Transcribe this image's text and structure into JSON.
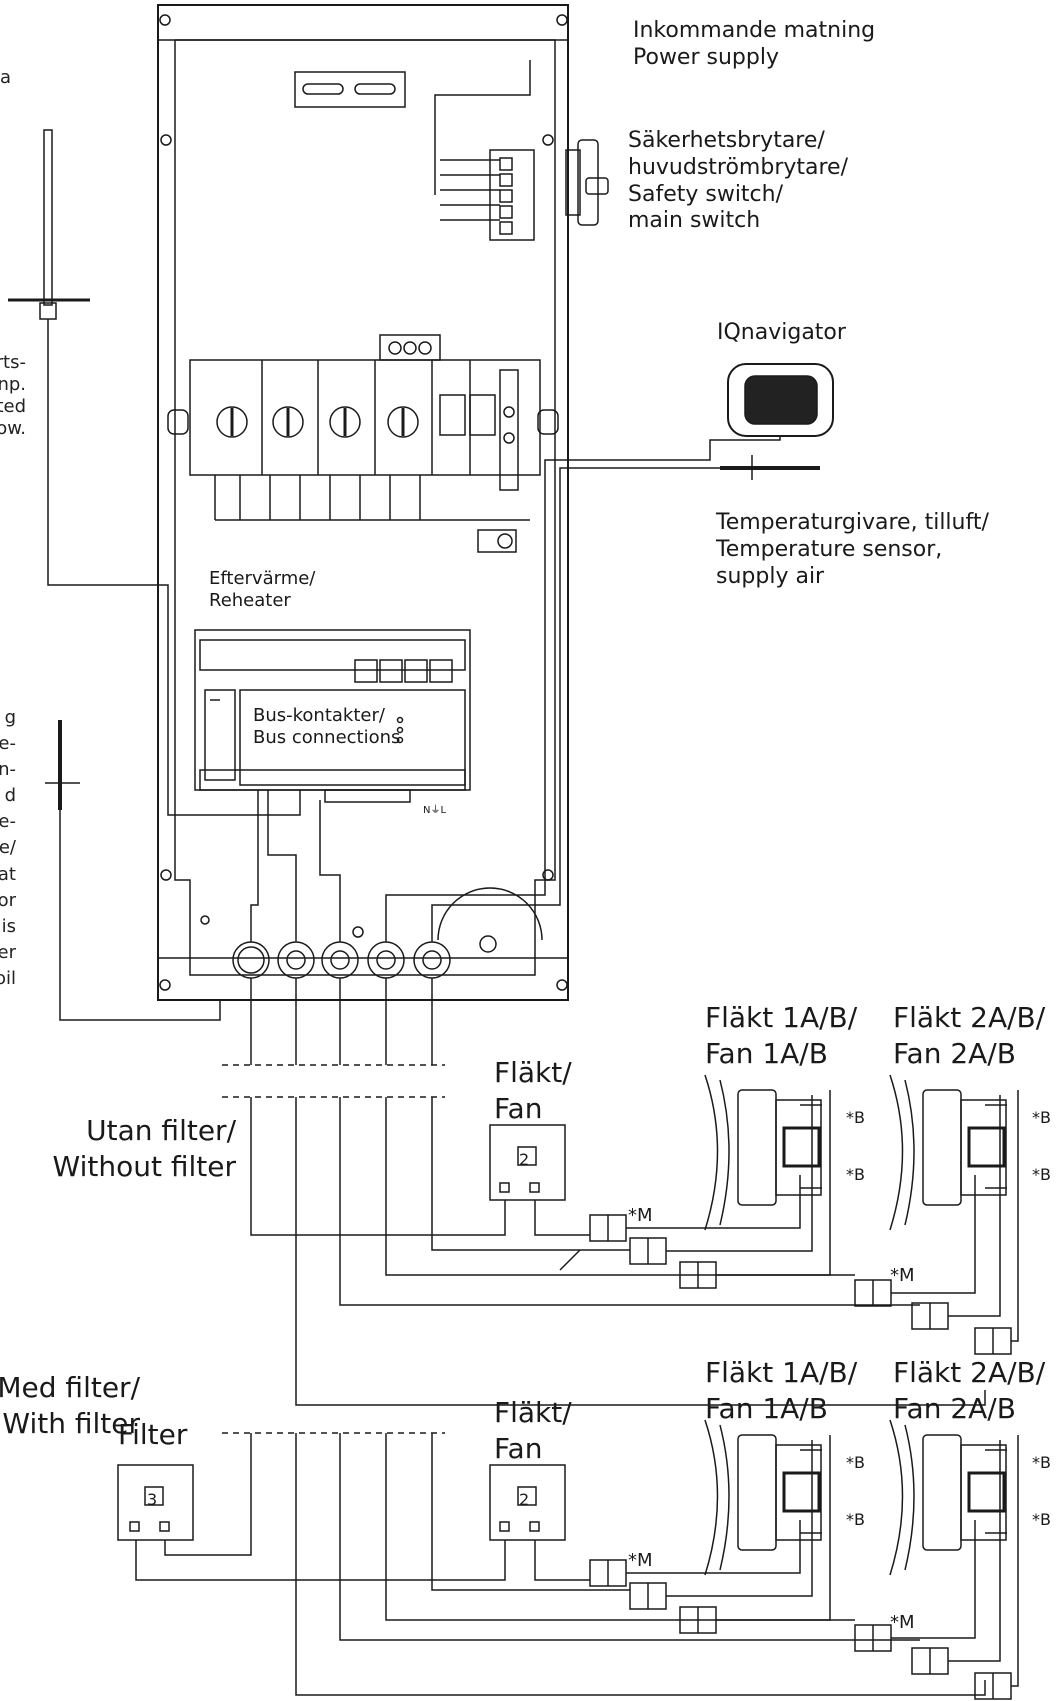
{
  "labels": {
    "supply": {
      "l1": "Inkommande matning",
      "l2": "Power supply"
    },
    "switch": {
      "l1": "Säkerhetsbrytare/",
      "l2": "huvudströmbrytare/",
      "l3": "Safety switch/",
      "l4": "main switch"
    },
    "iqnavigator": "IQnavigator",
    "temp_sensor": {
      "l1": "Temperaturgivare, tilluft/",
      "l2": "Temperature sensor,",
      "l3": "supply air"
    },
    "reheater": {
      "l1": "Eftervärme/",
      "l2": "Reheater"
    },
    "bus": {
      "l1": "Bus-kontakter/",
      "l2": "Bus connections"
    },
    "power_terminal": "N⏚L",
    "fan1": {
      "l1": "Fläkt 1A/B/",
      "l2": "Fan 1A/B"
    },
    "fan2": {
      "l1": "Fläkt 2A/B/",
      "l2": "Fan 2A/B"
    },
    "fan_single": {
      "l1": "Fläkt/",
      "l2": "Fan"
    },
    "without_filter": {
      "l1": "Utan filter/",
      "l2": "Without filter"
    },
    "with_filter": {
      "l1": "Med filter/",
      "l2": "With filter"
    },
    "filter": "Filter",
    "box_fan": "2",
    "box_filter": "3",
    "mark_b": "*B",
    "mark_m": "*M"
  },
  "left_fragments": {
    "top": "a",
    "mid": [
      "rts-",
      "np.",
      "ted",
      "ow."
    ],
    "lower": [
      "g",
      "e-",
      "n-",
      "d",
      "e-",
      "e/",
      "at",
      "or",
      "is",
      "er",
      "oil"
    ]
  },
  "colors": {
    "line": "#1a1a1a",
    "text": "#1a1a1a",
    "display": "#222222"
  }
}
